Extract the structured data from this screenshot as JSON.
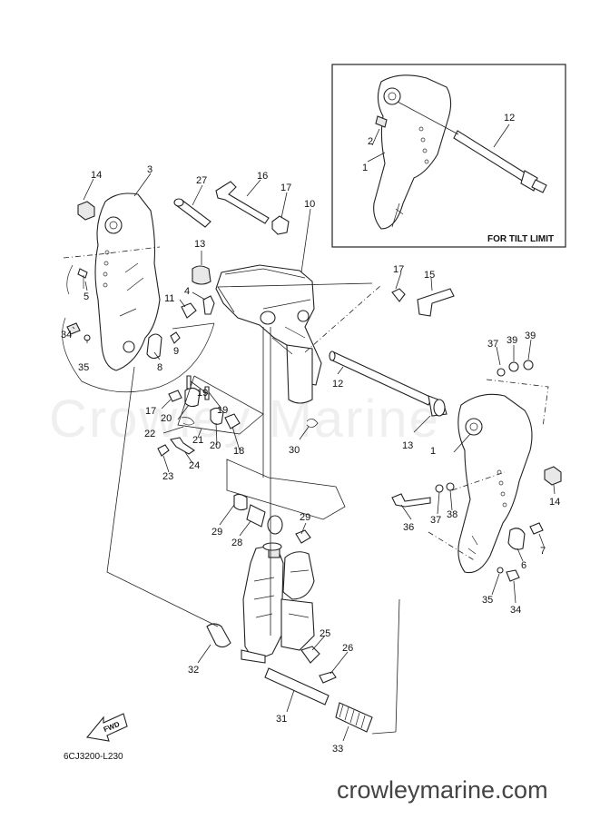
{
  "diagram": {
    "inset_caption": "FOR TILT LIMIT",
    "drawing_code": "6CJ3200-L230",
    "direction_label": "FWD",
    "watermark": "Crowley Marine",
    "site_url": "crowleymarine.com",
    "colors": {
      "line": "#222222",
      "background": "#ffffff",
      "url_text": "#444444"
    }
  },
  "callouts": {
    "c1a": "1",
    "c2": "2",
    "c12a": "12",
    "c14a": "14",
    "c3": "3",
    "c27": "27",
    "c16": "16",
    "c17a": "17",
    "c10": "10",
    "c13a": "13",
    "c5": "5",
    "c4": "4",
    "c11": "11",
    "c9": "9",
    "c34a": "34",
    "c35a": "35",
    "c8": "8",
    "c17b": "17",
    "c15": "15",
    "c37a": "37",
    "c39a": "39",
    "c39b": "39",
    "c17c": "17",
    "c20a": "20",
    "c19a": "19",
    "c19b": "19",
    "c22": "22",
    "c21": "21",
    "c20b": "20",
    "c18": "18",
    "c23": "23",
    "c24": "24",
    "c12b": "12",
    "c30": "30",
    "c13b": "13",
    "c1b": "1",
    "c14b": "14",
    "c36": "36",
    "c37b": "37",
    "c38": "38",
    "c7": "7",
    "c6": "6",
    "c35b": "35",
    "c34b": "34",
    "c29a": "29",
    "c28": "28",
    "c29b": "29",
    "c32": "32",
    "c25": "25",
    "c26": "26",
    "c31": "31",
    "c33": "33"
  }
}
